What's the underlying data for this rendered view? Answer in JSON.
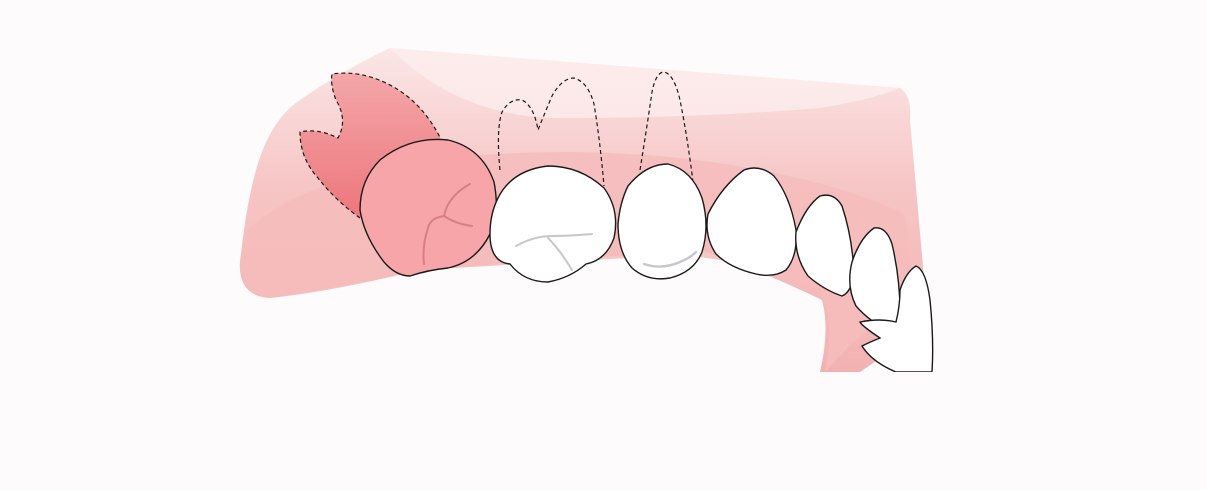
{
  "illustration": {
    "subject": "upper-jaw-teeth-with-inflamed-molar",
    "colors": {
      "background": "#fdfbfb",
      "gum_light": "#f7c6c6",
      "gum_mid": "#f2a9a9",
      "affected_tooth": "#f7a5a8",
      "affected_root": "#ef7b80",
      "tooth_fill": "#ffffff",
      "outline": "#1a1a1a",
      "shading": "#c8c8cc"
    },
    "affected_tooth_index": 0,
    "teeth": [
      {
        "name": "molar-inflamed",
        "state": "affected"
      },
      {
        "name": "premolar-1",
        "state": "healthy"
      },
      {
        "name": "premolar-2",
        "state": "healthy"
      },
      {
        "name": "canine",
        "state": "healthy"
      },
      {
        "name": "lateral-incisor",
        "state": "healthy"
      },
      {
        "name": "central-incisor",
        "state": "healthy"
      }
    ]
  }
}
